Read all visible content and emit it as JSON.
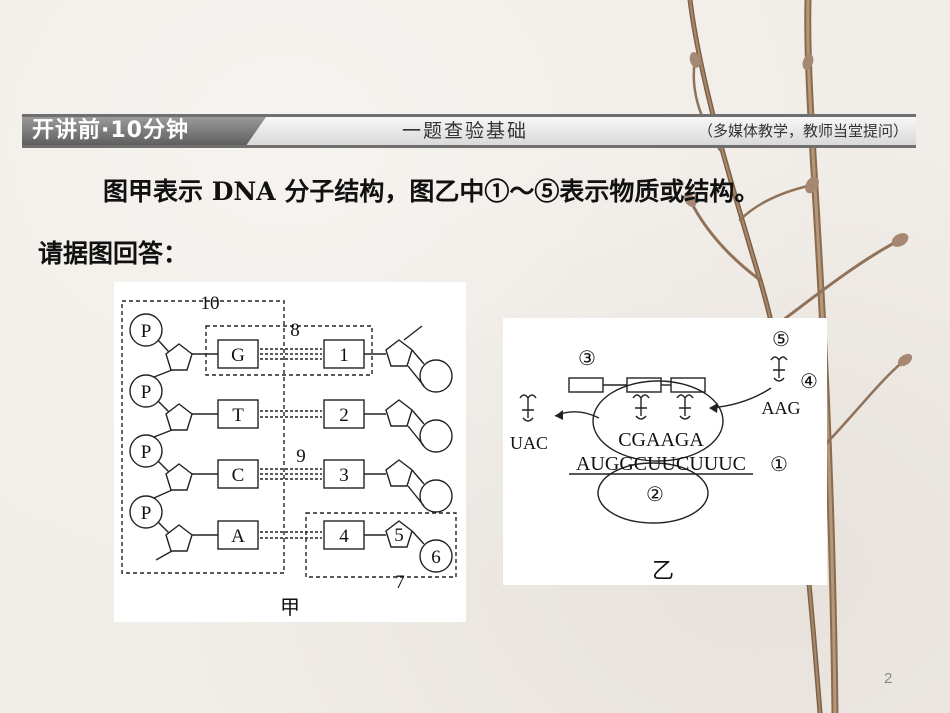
{
  "banner": {
    "left": "开讲前·10分钟",
    "middle": "一题查验基础",
    "right": "（多媒体教学，教师当堂提问）"
  },
  "question": {
    "line1": "图甲表示 DNA 分子结构，图乙中①～⑤表示物质或结构。",
    "line2": "请据图回答："
  },
  "figure_a": {
    "caption": "甲",
    "label_10": "10",
    "label_8": "8",
    "label_9": "9",
    "label_7": "7",
    "label_5": "5",
    "label_6": "6",
    "phosphate": "P",
    "left_bases": [
      "G",
      "T",
      "C",
      "A"
    ],
    "right_bases": [
      "1",
      "2",
      "3",
      "4"
    ]
  },
  "figure_b": {
    "caption": "乙",
    "mark_1": "①",
    "mark_2": "②",
    "mark_3": "③",
    "mark_4": "④",
    "mark_5": "⑤",
    "codon_left": "UAC",
    "codon_right": "AAG",
    "anticodons": "CGAAGA",
    "mrna": "AUGGCUUCUUUC"
  },
  "page_number": "2"
}
